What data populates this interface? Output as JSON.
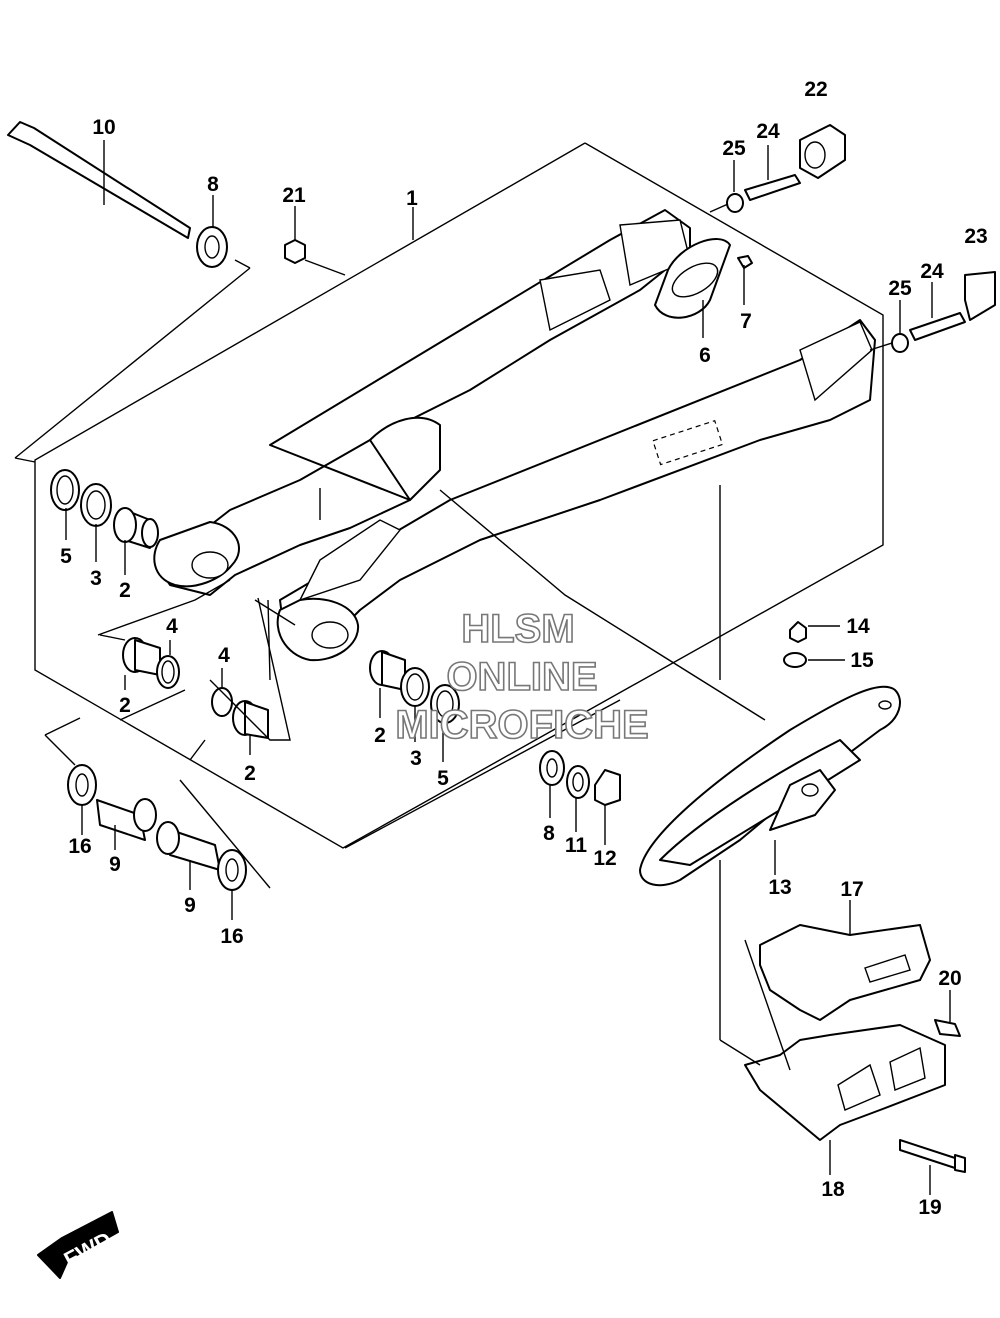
{
  "watermark": {
    "line1": "HLSM",
    "line2": "ONLINE",
    "line3": "MICROFICHE"
  },
  "direction_badge": "FWD",
  "callouts": [
    {
      "key": "p1",
      "text": "1"
    },
    {
      "key": "p2a",
      "text": "2"
    },
    {
      "key": "p2b",
      "text": "2"
    },
    {
      "key": "p2c",
      "text": "2"
    },
    {
      "key": "p2d",
      "text": "2"
    },
    {
      "key": "p3a",
      "text": "3"
    },
    {
      "key": "p3b",
      "text": "3"
    },
    {
      "key": "p4a",
      "text": "4"
    },
    {
      "key": "p4b",
      "text": "4"
    },
    {
      "key": "p5a",
      "text": "5"
    },
    {
      "key": "p5b",
      "text": "5"
    },
    {
      "key": "p6",
      "text": "6"
    },
    {
      "key": "p7",
      "text": "7"
    },
    {
      "key": "p8a",
      "text": "8"
    },
    {
      "key": "p8b",
      "text": "8"
    },
    {
      "key": "p9a",
      "text": "9"
    },
    {
      "key": "p9b",
      "text": "9"
    },
    {
      "key": "p10",
      "text": "10"
    },
    {
      "key": "p11",
      "text": "11"
    },
    {
      "key": "p12",
      "text": "12"
    },
    {
      "key": "p13",
      "text": "13"
    },
    {
      "key": "p14",
      "text": "14"
    },
    {
      "key": "p15",
      "text": "15"
    },
    {
      "key": "p16a",
      "text": "16"
    },
    {
      "key": "p16b",
      "text": "16"
    },
    {
      "key": "p17",
      "text": "17"
    },
    {
      "key": "p18",
      "text": "18"
    },
    {
      "key": "p19",
      "text": "19"
    },
    {
      "key": "p20",
      "text": "20"
    },
    {
      "key": "p21",
      "text": "21"
    },
    {
      "key": "p22",
      "text": "22"
    },
    {
      "key": "p23",
      "text": "23"
    },
    {
      "key": "p24a",
      "text": "24"
    },
    {
      "key": "p24b",
      "text": "24"
    },
    {
      "key": "p25a",
      "text": "25"
    },
    {
      "key": "p25b",
      "text": "25"
    }
  ]
}
